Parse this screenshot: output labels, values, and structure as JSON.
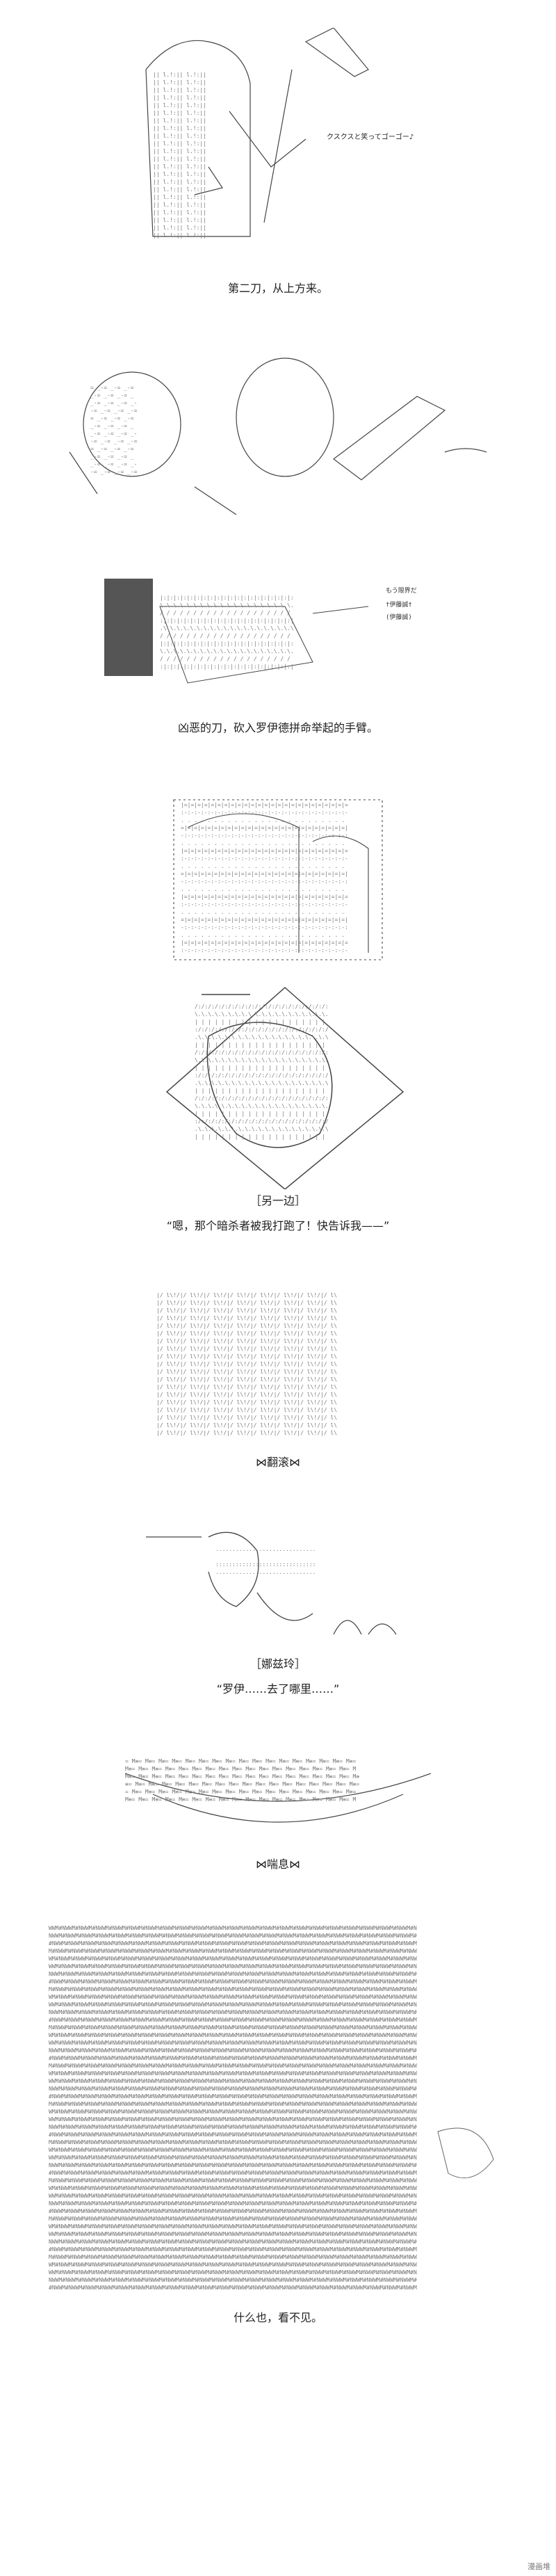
{
  "panels": {
    "p1": {
      "side_note": "クスクスと笑ってゴーゴー♪",
      "caption": "第二刀，从上方来。"
    },
    "p3": {
      "bubble_a": "もう限界だ",
      "bubble_b": "†伊藤誠†",
      "bubble_c": "(伊藤誠)",
      "caption": "凶恶的刀，砍入罗伊德拼命举起的手臂。"
    },
    "p5": {
      "caption_1": "［另一边］",
      "caption_2": "“嗯，那个暗杀者被我打跑了！快告诉我——”"
    },
    "p6": {
      "caption": "⋈翻滚⋈"
    },
    "p7": {
      "caption_1": "［娜兹玲］",
      "caption_2": "“罗伊……去了哪里……”"
    },
    "p8": {
      "caption": "⋈喘息⋈"
    },
    "p9": {
      "caption": "什么也，看不见。"
    }
  },
  "watermark": "漫画堆"
}
